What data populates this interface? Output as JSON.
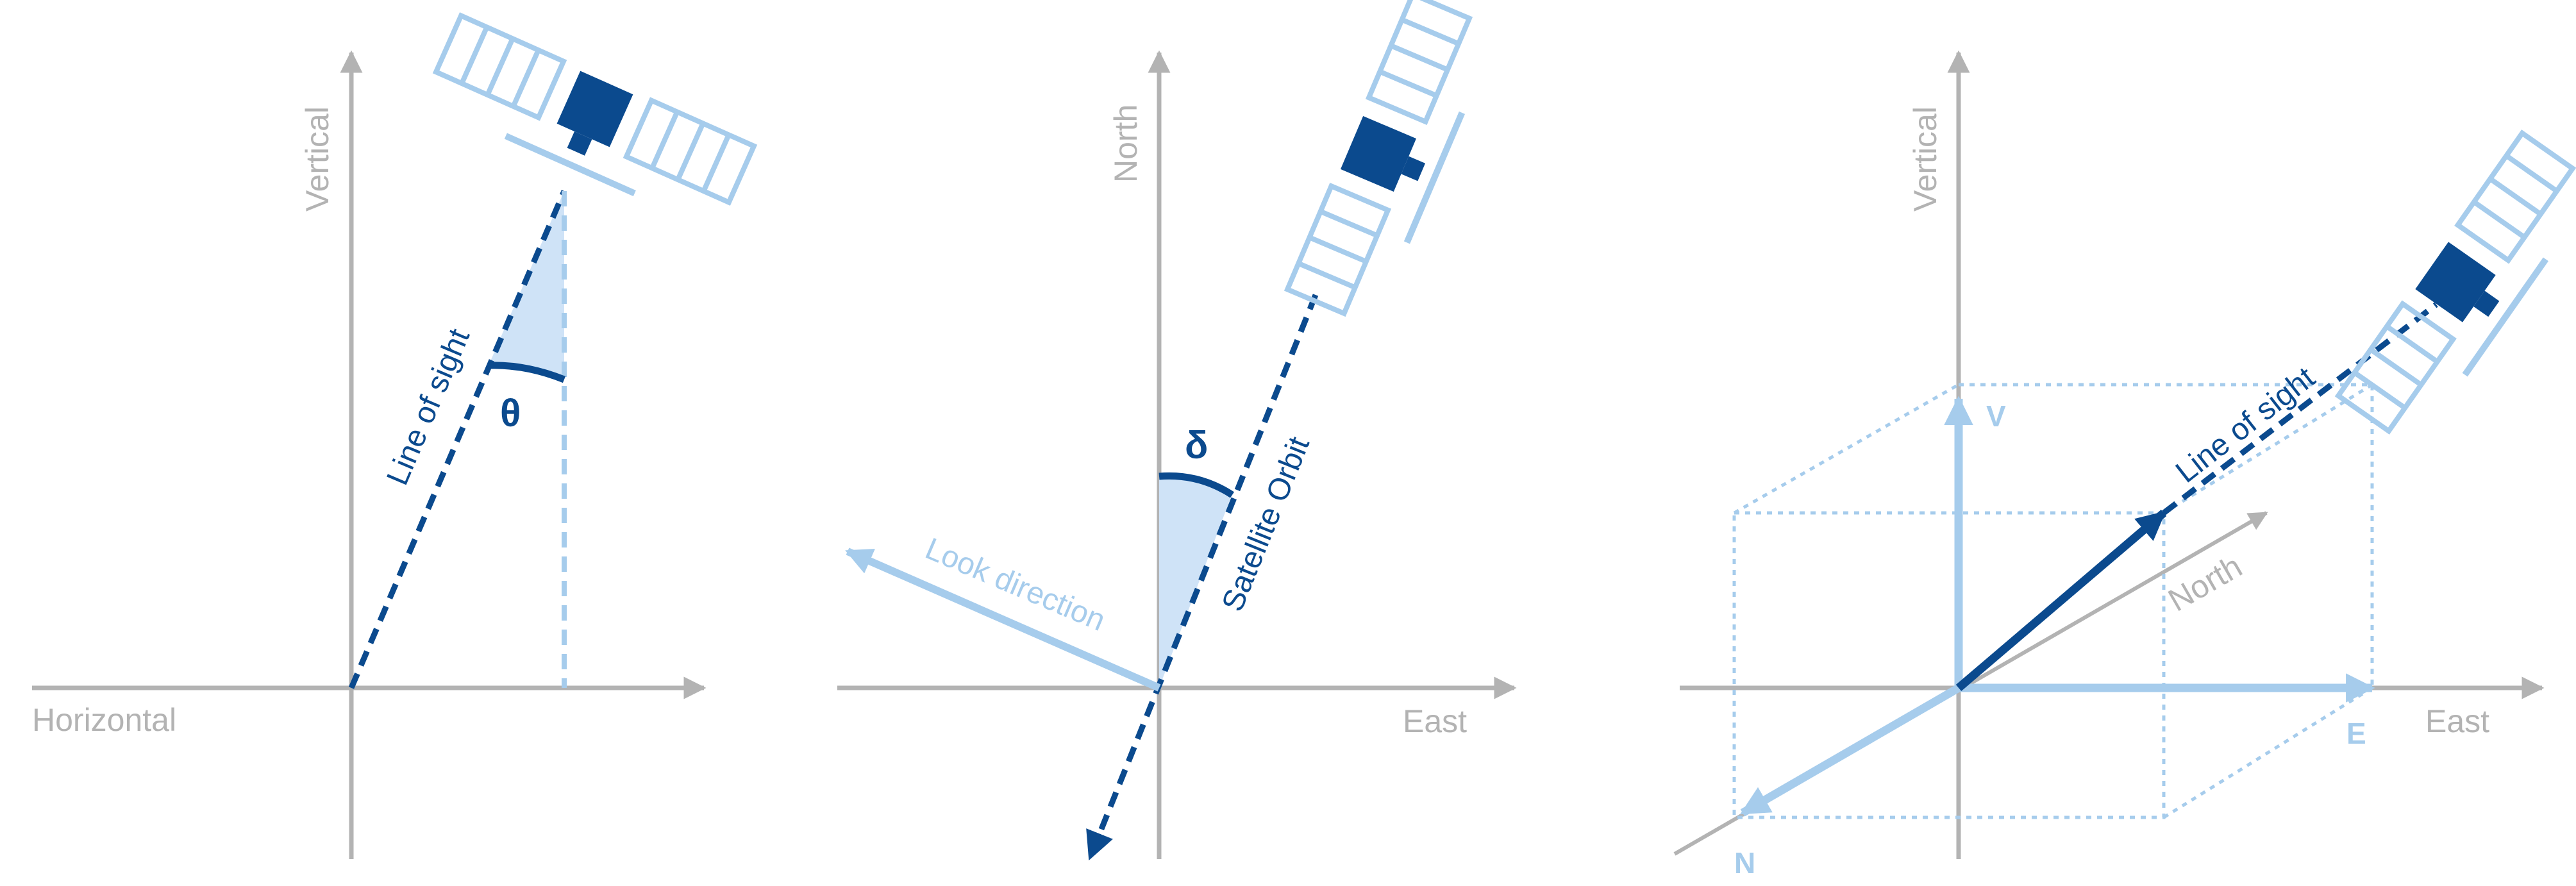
{
  "colors": {
    "axis": "#b3b3b3",
    "dark_blue": "#0b4a8e",
    "light_blue": "#a6ccec",
    "fill_blue": "#cfe3f7"
  },
  "panel_left": {
    "x_axis_label": "Horizontal",
    "y_axis_label": "Vertical",
    "los_label": "Line of sight",
    "angle_symbol": "θ",
    "satellite_icon": "satellite-icon"
  },
  "panel_middle": {
    "x_axis_label": "East",
    "y_axis_label": "North",
    "orbit_label": "Satellite Orbit",
    "look_label": "Look direction",
    "angle_symbol": "δ",
    "satellite_icon": "satellite-icon"
  },
  "panel_right": {
    "x_axis_label": "East",
    "y_axis_label": "Vertical",
    "north_label": "North",
    "los_label": "Line of sight",
    "v_label": "V",
    "e_label": "E",
    "n_label": "N",
    "satellite_icon": "satellite-icon"
  }
}
